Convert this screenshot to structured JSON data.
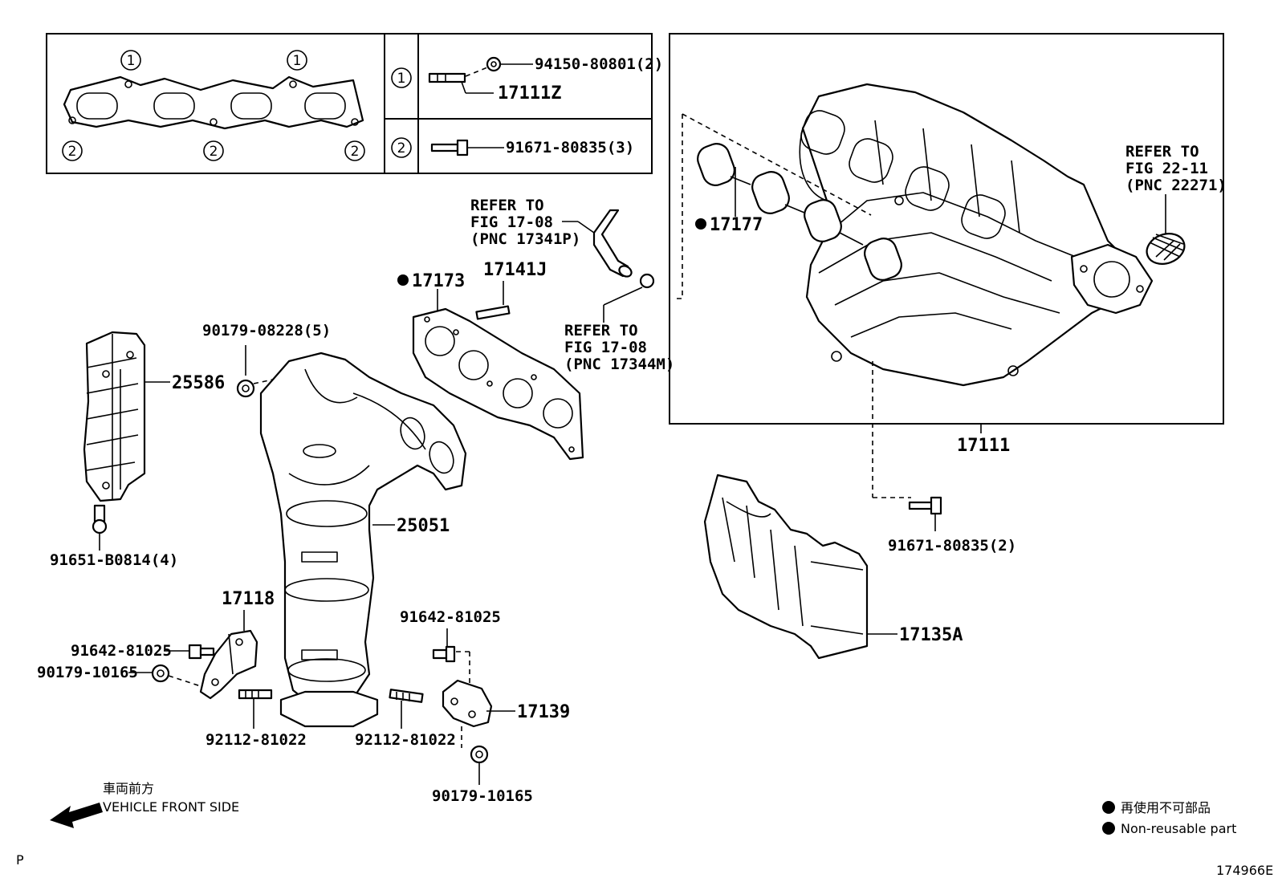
{
  "inset": {
    "legend_row1": "1",
    "legend_row2": "2",
    "row1_nut": "94150-80801(2)",
    "row1_stud": "17111Z",
    "row2_bolt": "91671-80835(3)"
  },
  "labels": {
    "p17173": "17173",
    "p17141J": "17141J",
    "p17177": "17177",
    "p17111": "17111",
    "p25586": "25586",
    "p25051": "25051",
    "p90179_08228": "90179-08228(5)",
    "p91651": "91651-B0814(4)",
    "p17118": "17118",
    "p91642_left": "91642-81025",
    "p90179_10165_left": "90179-10165",
    "p92112_left": "92112-81022",
    "p92112_right": "92112-81022",
    "p91642_right": "91642-81025",
    "p17139": "17139",
    "p90179_10165_bottom": "90179-10165",
    "p91671_2": "91671-80835(2)",
    "p17135A": "17135A"
  },
  "refs": {
    "hose_top": [
      "REFER TO",
      "FIG 17-08",
      "(PNC 17341P)"
    ],
    "hose_bottom": [
      "REFER TO",
      "FIG 17-08",
      "(PNC 17344M)"
    ],
    "right": [
      "REFER TO",
      "FIG 22-11",
      "(PNC 22271)"
    ]
  },
  "footer": {
    "front_jp": "車両前方",
    "front_en": "VEHICLE FRONT SIDE",
    "legend_jp": "再使用不可部品",
    "legend_en": "Non-reusable part",
    "corner_p": "P",
    "diagram_id": "174966E"
  },
  "colors": {
    "ink": "#000000",
    "paper": "#ffffff"
  }
}
